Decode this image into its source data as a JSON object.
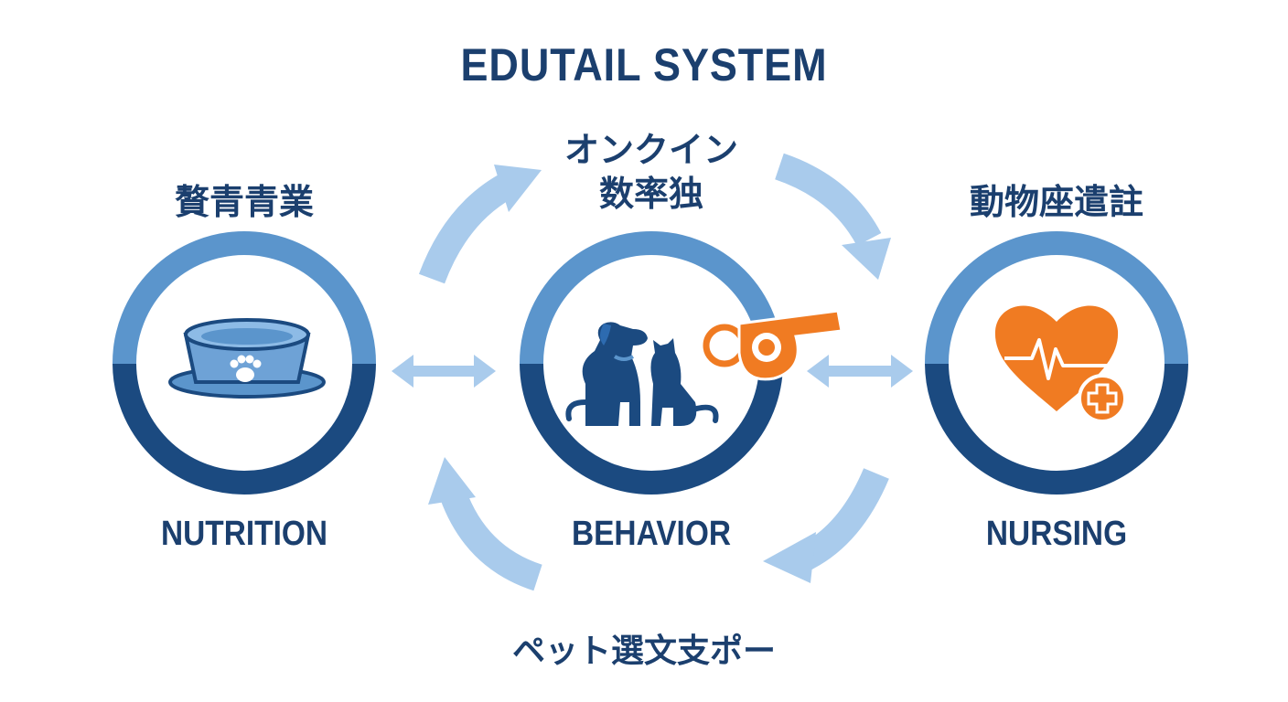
{
  "title": "EDUTAIL SYSTEM",
  "nodes": [
    {
      "id": "nutrition",
      "heading": "贅青青業",
      "label": "NUTRITION",
      "icon": "pet-food-bowl-icon"
    },
    {
      "id": "behavior",
      "heading_line1": "オンクイン",
      "heading_line2": "数率独",
      "label": "BEHAVIOR",
      "icon": "dog-and-cat-icon",
      "accessory_icon": "whistle-icon"
    },
    {
      "id": "nursing",
      "heading": "動物座遣註",
      "label": "NURSING",
      "icon": "heart-with-pulse-icon",
      "accessory_icon": "medical-cross-icon"
    }
  ],
  "footer": "ペット選文支ポー",
  "colors": {
    "dark_blue": "#1b4a80",
    "mid_blue": "#5b95cc",
    "light_blue": "#a9cbec",
    "orange": "#f07b22",
    "text": "#1b3f6e"
  }
}
